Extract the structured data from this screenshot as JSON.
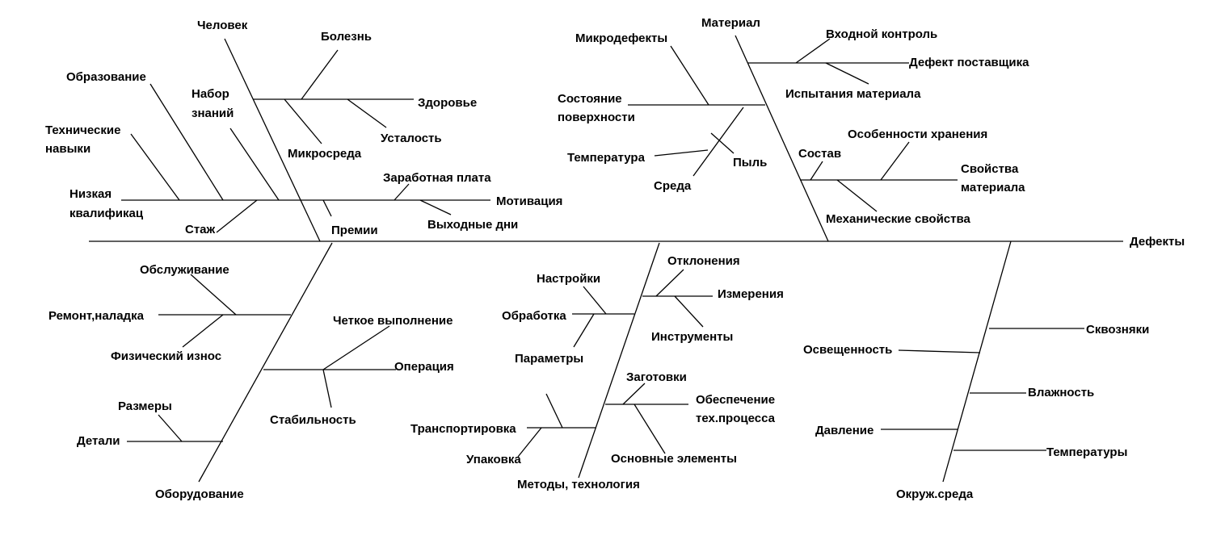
{
  "effect": "Дефекты",
  "categories": {
    "man": {
      "title": "Человек",
      "items": [
        "Болезнь",
        "Здоровье",
        "Усталость",
        "Микросреда",
        "Образование",
        "Набор знаний",
        "Технические навыки",
        "Низкая квалификац",
        "Стаж",
        "Заработная плата",
        "Мотивация",
        "Выходные дни",
        "Премии"
      ]
    },
    "material": {
      "title": "Материал",
      "items": [
        "Микродефекты",
        "Состояние поверхности",
        "Температура",
        "Среда",
        "Пыль",
        "Входной контроль",
        "Дефект поставщика",
        "Испытания материала",
        "Состав",
        "Особенности хранения",
        "Свойства материала",
        "Механические свойства"
      ]
    },
    "equipment": {
      "title": "Оборудование",
      "items": [
        "Обслуживание",
        "Ремонт,наладка",
        "Физический износ",
        "Четкое выполнение",
        "Операция",
        "Стабильность",
        "Размеры",
        "Детали"
      ]
    },
    "methods": {
      "title": "Методы, технология",
      "items": [
        "Отклонения",
        "Измерения",
        "Инструменты",
        "Настройки",
        "Обработка",
        "Параметры",
        "Заготовки",
        "Обеспечение тех.процесса",
        "Основные элементы",
        "Транспортировка",
        "Упаковка"
      ]
    },
    "environment": {
      "title": "Окруж.среда",
      "items": [
        "Сквозняки",
        "Освещенность",
        "Влажность",
        "Давление",
        "Температуры"
      ]
    }
  }
}
